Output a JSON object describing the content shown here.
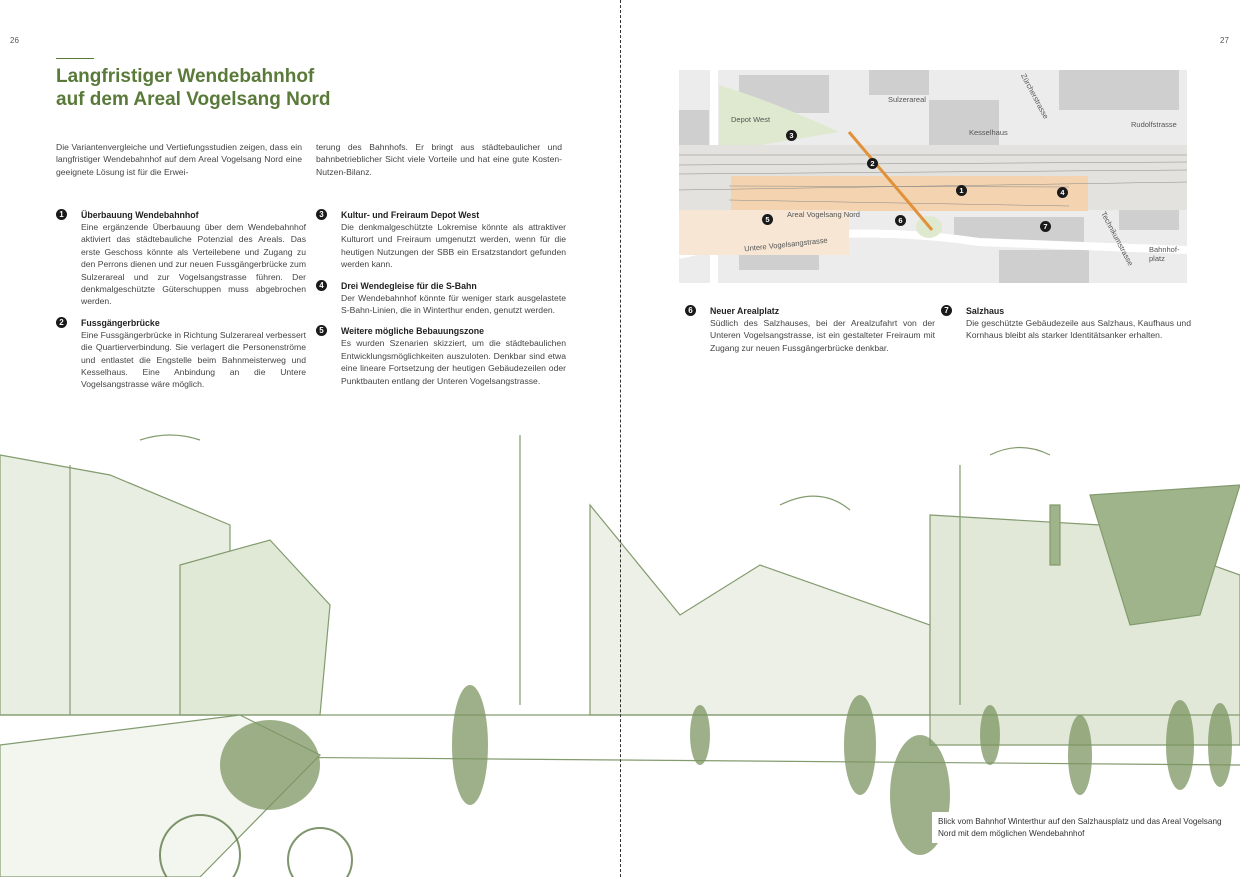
{
  "page_numbers": {
    "left": "26",
    "right": "27"
  },
  "title": {
    "line1": "Langfristiger Wendebahnhof",
    "line2": "auf dem Areal Vogelsang Nord"
  },
  "intro": {
    "col1": "Die Variantenvergleiche und Vertiefungsstudien zeigen, dass ein langfristiger Wendebahnhof auf dem Areal Vogelsang Nord eine geeignete Lösung ist für die Erwei-",
    "col2": "terung des Bahnhofs. Er bringt aus städtebaulicher und bahnbetrieblicher Sicht viele Vorteile und hat eine gute Kosten-Nutzen-Bilanz."
  },
  "items": [
    {
      "num": "1",
      "heading": "Überbauung Wendebahnhof",
      "text": "Eine ergänzende Überbauung über dem Wendebahnhof aktiviert das städtebauliche Potenzial des Areals. Das erste Geschoss könnte als Verteilebene und Zugang zu den Perrons dienen und zur neuen Fussgängerbrücke zum Sulzerareal und zur Vogelsangstrasse führen. Der denkmalgeschützte Güterschuppen muss abgebrochen werden."
    },
    {
      "num": "2",
      "heading": "Fussgängerbrücke",
      "text": "Eine Fussgängerbrücke in Richtung Sulzerareal verbessert die Quartierverbindung. Sie verlagert die Personenströme und entlastet die Engstelle beim Bahnmeisterweg und Kesselhaus. Eine Anbindung an die Untere Vogelsangstrasse wäre möglich."
    },
    {
      "num": "3",
      "heading": "Kultur- und Freiraum Depot West",
      "text": "Die denkmalgeschützte Lokremise könnte als attraktiver Kulturort und Freiraum umgenutzt werden, wenn für die heutigen Nutzungen der SBB ein Ersatzstandort gefunden werden kann."
    },
    {
      "num": "4",
      "heading": "Drei Wendegleise für die S-Bahn",
      "text": "Der Wendebahnhof könnte für weniger stark ausgelastete S-Bahn-Linien, die in Winterthur enden, genutzt werden."
    },
    {
      "num": "5",
      "heading": "Weitere mögliche Bebauungszone",
      "text": "Es wurden Szenarien skizziert, um die städtebaulichen Entwicklungsmöglichkeiten auszuloten. Denkbar sind etwa eine lineare Fortsetzung der heutigen Gebäudezeilen oder Punktbauten entlang der Unteren Vogelsangstrasse."
    },
    {
      "num": "6",
      "heading": "Neuer Arealplatz",
      "text": "Südlich des Salzhauses, bei der Arealzufahrt von der Unteren Vogelsangstrasse, ist ein gestalteter Freiraum mit Zugang zur neuen Fussgängerbrücke denkbar."
    },
    {
      "num": "7",
      "heading": "Salzhaus",
      "text": "Die geschützte Gebäudezeile aus Salzhaus, Kaufhaus und Kornhaus bleibt als starker Identitätsanker erhalten."
    }
  ],
  "map": {
    "labels": {
      "sulzerareal": "Sulzerareal",
      "zuercherstrasse": "Zürcherstrasse",
      "depot_west": "Depot West",
      "kesselhaus": "Kesselhaus",
      "rudolfstrasse": "Rudolfstrasse",
      "areal": "Areal Vogelsang Nord",
      "untere": "Untere Vogelsangstrasse",
      "technikum": "Technikumstrasse",
      "bahnhofplatz": "Bahnhof-platz"
    },
    "markers": [
      "1",
      "2",
      "3",
      "4",
      "5",
      "6",
      "7"
    ],
    "colors": {
      "bridge": "#e0913a",
      "zone": "#f3d3b0",
      "green": "#dfe9d0",
      "building": "#cfcfcf"
    }
  },
  "caption": "Blick vom Bahnhof Winterthur auf den Salzhausplatz und das Areal Vogelsang Nord mit dem möglichen Wendebahnhof",
  "colors": {
    "accent": "#5a7a3a",
    "sketch": "#6e8a55"
  }
}
